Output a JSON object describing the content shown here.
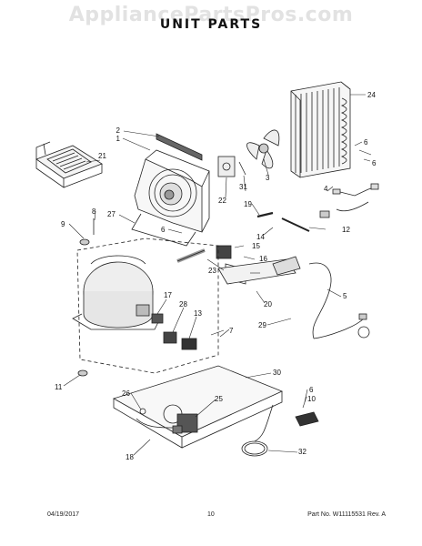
{
  "watermark": "AppliancePartsPros.com",
  "title": "UNIT PARTS",
  "footer": {
    "date": "04/19/2017",
    "page": "10",
    "part": "Part No. W11115531  Rev. A"
  },
  "callouts": {
    "c1": "1",
    "c2": "2",
    "c3": "3",
    "c4": "4",
    "c5": "5",
    "c6a": "6",
    "c6b": "6",
    "c6c": "6",
    "c6d": "6",
    "c7": "7",
    "c8": "8",
    "c9": "9",
    "c10": "10",
    "c11": "11",
    "c12": "12",
    "c13": "13",
    "c14": "14",
    "c15": "15",
    "c16": "16",
    "c17": "17",
    "c18": "18",
    "c19": "19",
    "c20": "20",
    "c21": "21",
    "c22": "22",
    "c23": "23",
    "c24": "24",
    "c25": "25",
    "c26": "26",
    "c27": "27",
    "c28": "28",
    "c29": "29",
    "c30": "30",
    "c31": "31",
    "c32": "32"
  }
}
